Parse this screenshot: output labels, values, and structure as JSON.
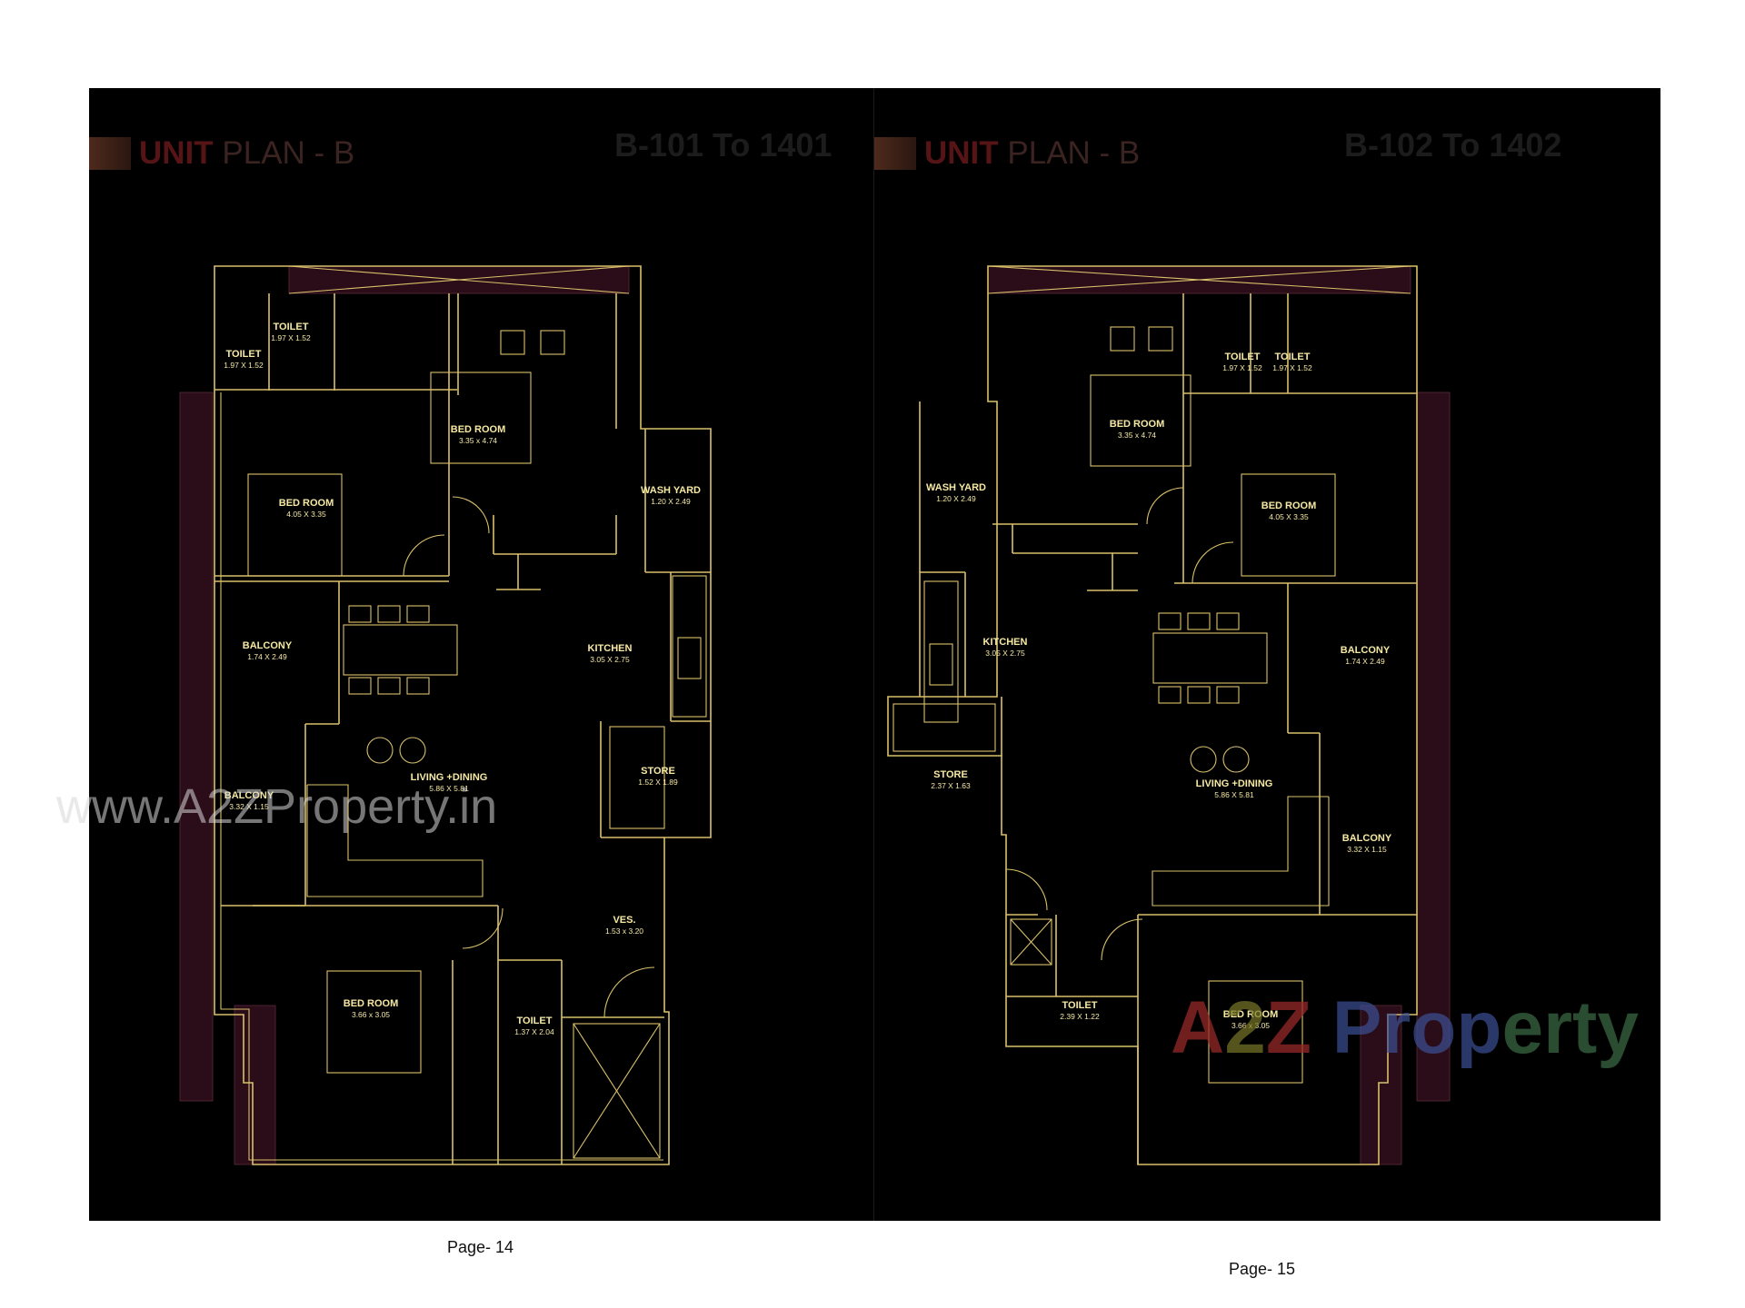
{
  "left_page": {
    "header": {
      "word1": "UNIT",
      "word2": " PLAN - B",
      "unit_range": "B-101 To 1401"
    },
    "rooms": [
      {
        "name": "TOILET",
        "size": "1.97 X 1.52"
      },
      {
        "name": "TOILET",
        "size": "1.97 X 1.52"
      },
      {
        "name": "BED ROOM",
        "size": "3.35 x 4.74"
      },
      {
        "name": "BED ROOM",
        "size": "4.05 X 3.35"
      },
      {
        "name": "WASH YARD",
        "size": "1.20 X 2.49"
      },
      {
        "name": "BALCONY",
        "size": "1.74 X 2.49"
      },
      {
        "name": "KITCHEN",
        "size": "3.05 X 2.75"
      },
      {
        "name": "LIVING +DINING",
        "size": "5.86 X 5.81"
      },
      {
        "name": "STORE",
        "size": "1.52 X 1.89"
      },
      {
        "name": "BALCONY",
        "size": "3.32 X 1.15"
      },
      {
        "name": "VES.",
        "size": "1.53 x 3.20"
      },
      {
        "name": "BED ROOM",
        "size": "3.66 x 3.05"
      },
      {
        "name": "TOILET",
        "size": "1.37 X 2.04"
      }
    ],
    "page_number": "Page- 14"
  },
  "right_page": {
    "header": {
      "word1": "UNIT",
      "word2": " PLAN - B",
      "unit_range": "B-102 To 1402"
    },
    "rooms": [
      {
        "name": "TOILET",
        "size": "1.97 X 1.52"
      },
      {
        "name": "TOILET",
        "size": "1.97 X 1.52"
      },
      {
        "name": "BED ROOM",
        "size": "3.35 x 4.74"
      },
      {
        "name": "WASH YARD",
        "size": "1.20 X 2.49"
      },
      {
        "name": "BED ROOM",
        "size": "4.05 X 3.35"
      },
      {
        "name": "KITCHEN",
        "size": "3.05 X 2.75"
      },
      {
        "name": "BALCONY",
        "size": "1.74 X 2.49"
      },
      {
        "name": "STORE",
        "size": "2.37 X 1.63"
      },
      {
        "name": "LIVING +DINING",
        "size": "5.86 X 5.81"
      },
      {
        "name": "BALCONY",
        "size": "3.32 X 1.15"
      },
      {
        "name": "TOILET",
        "size": "2.39 X 1.22"
      },
      {
        "name": "BED ROOM",
        "size": "3.66 x 3.05"
      }
    ],
    "page_number": "Page- 15"
  },
  "watermarks": {
    "url": "www.A2ZProperty.in",
    "logo_parts": [
      "A",
      "2",
      "Z",
      " Prop",
      "erty"
    ]
  },
  "colors": {
    "background": "#000000",
    "plan_lines": "#d9c06a",
    "plan_text": "#f6e9a4",
    "header_accent": "#571416",
    "balcony_planter": "#2a0d18"
  }
}
